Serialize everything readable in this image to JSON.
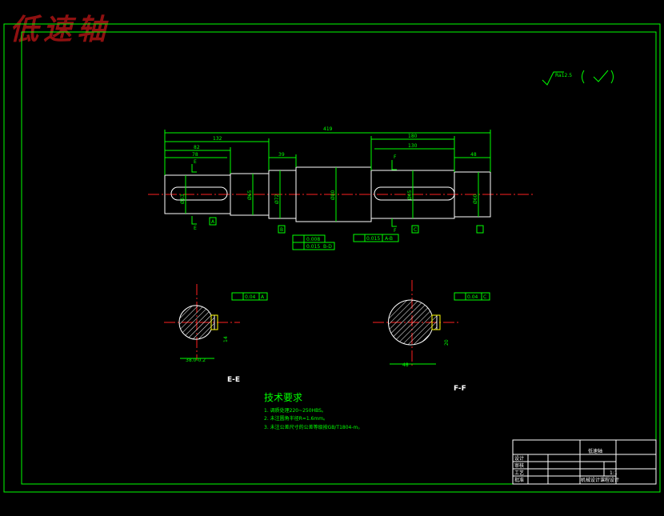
{
  "title": "低速轴",
  "roughness_general": "Ra12.5",
  "dims": {
    "overall": "419",
    "d132": "132",
    "d82": "82",
    "d78": "78",
    "d39": "39",
    "d180": "180",
    "d130": "130",
    "d48": "48",
    "dia1": "Ø63",
    "dia2": "Ø65",
    "dia3": "Ø72",
    "dia4": "Ø80",
    "dia5": "Ø65",
    "dia6": "Ø60"
  },
  "labels": {
    "e_mark": "E",
    "f_mark": "F",
    "datum_a": "A",
    "datum_b": "B",
    "datum_c": "C",
    "runout1": "0.008",
    "runout1b": "0.015",
    "runout1_ref": "B-D",
    "runout2": "0.015",
    "runout2_ref": "A-B",
    "sym_e": "0.04",
    "sym_e_ref": "A",
    "sym_f": "0.04",
    "sym_f_ref": "C",
    "sec_e_dim": "38.0-0.2",
    "sec_f_dim": "48",
    "sec_e_w": "14",
    "sec_f_w": "20"
  },
  "sections": {
    "e": "E-E",
    "f": "F-F"
  },
  "tech": {
    "heading": "技术要求",
    "lines": [
      "1. 调质处理220~250HBS。",
      "2. 未注圆角半径R=1.6mm。",
      "3. 未注公差尺寸的公差等级按GB/T1804-m。"
    ]
  },
  "titleblock": {
    "part_name": "低速轴",
    "scale": "1:1",
    "school": "机械设计课程设计",
    "row_labels": [
      "设计",
      "审核",
      "工艺",
      "批准"
    ],
    "row_vals": [
      "",
      "",
      "",
      ""
    ]
  }
}
